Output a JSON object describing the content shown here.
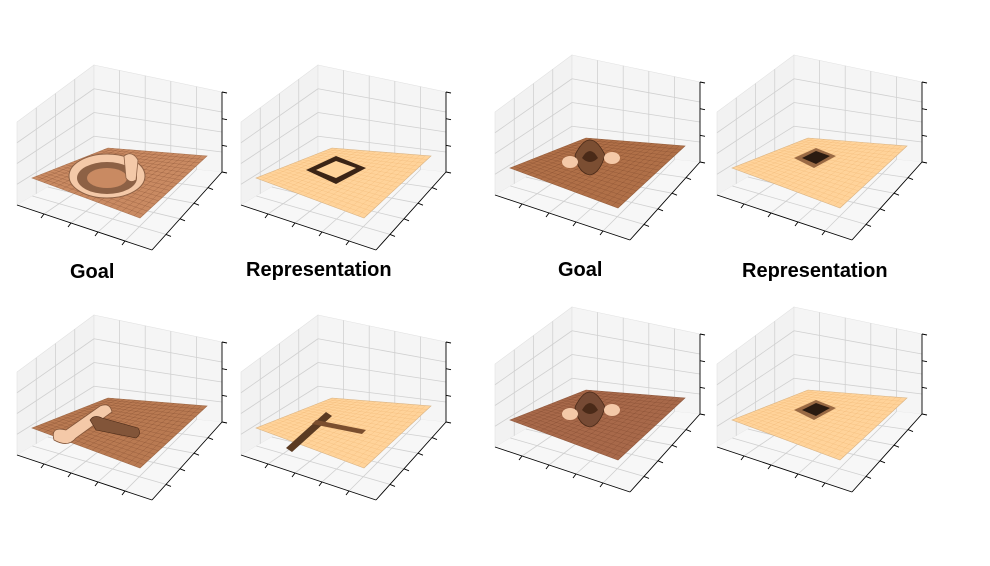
{
  "captions": {
    "left_goal": "Goal",
    "left_representation": "Representation",
    "right_goal": "Goal",
    "right_representation": "Representation"
  },
  "panels": [
    {
      "id": "p1",
      "kind": "goal",
      "shape": "ring",
      "surface_color": "#c98a62"
    },
    {
      "id": "p2",
      "kind": "representation",
      "shape": "square-ring",
      "surface_color": "#ffd39a"
    },
    {
      "id": "p3",
      "kind": "goal",
      "shape": "cup",
      "surface_color": "#b07048"
    },
    {
      "id": "p4",
      "kind": "representation",
      "shape": "pit",
      "surface_color": "#ffd39a"
    },
    {
      "id": "p5",
      "kind": "goal",
      "shape": "t-bar",
      "surface_color": "#b97a52"
    },
    {
      "id": "p6",
      "kind": "representation",
      "shape": "t-bar",
      "surface_color": "#ffd39a"
    },
    {
      "id": "p7",
      "kind": "goal",
      "shape": "cup",
      "surface_color": "#a8694a"
    },
    {
      "id": "p8",
      "kind": "representation",
      "shape": "pit",
      "surface_color": "#ffd39a"
    }
  ],
  "colors": {
    "pane": "#f2f2f2",
    "grid": "#d0d0d0",
    "edge": "#000000",
    "goal_edge": "#6b3a22",
    "rep_edge": "#e8a860"
  }
}
